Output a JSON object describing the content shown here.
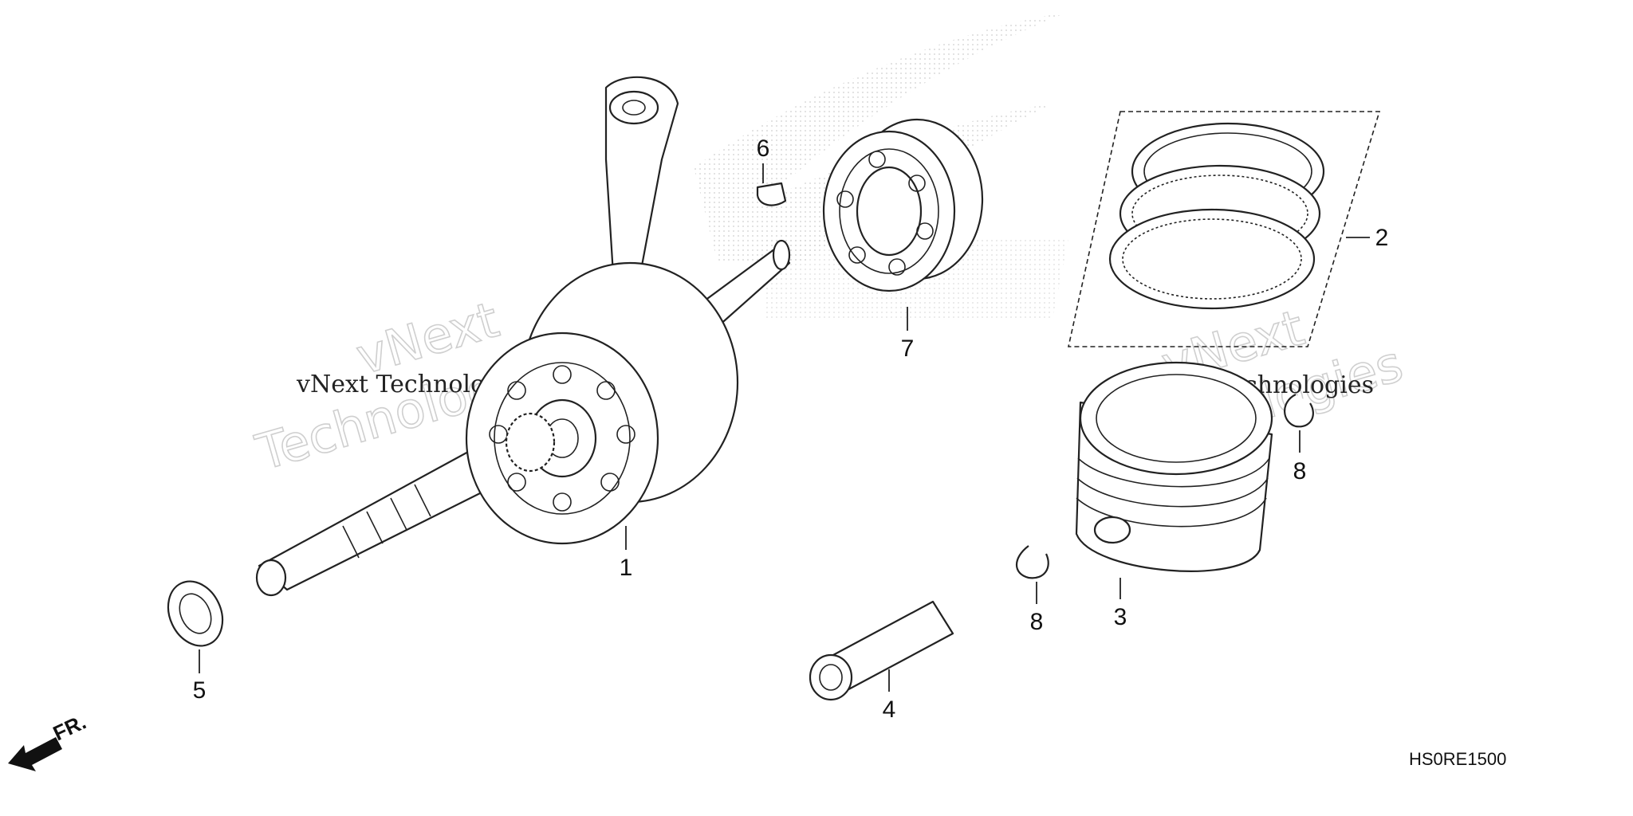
{
  "callouts": {
    "c1": "1",
    "c2": "2",
    "c3": "3",
    "c4": "4",
    "c5": "5",
    "c6": "6",
    "c7": "7",
    "c8a": "8",
    "c8b": "8"
  },
  "diagram_code": "HS0RE1500",
  "front_indicator": "FR.",
  "watermarks": {
    "left_small": "vNext Technologies",
    "left_big_1": "vNext",
    "left_big_2": "Technologies",
    "right_small": "vNext Technologies",
    "right_big_1": "vNext",
    "right_big_2": "Technologies"
  }
}
